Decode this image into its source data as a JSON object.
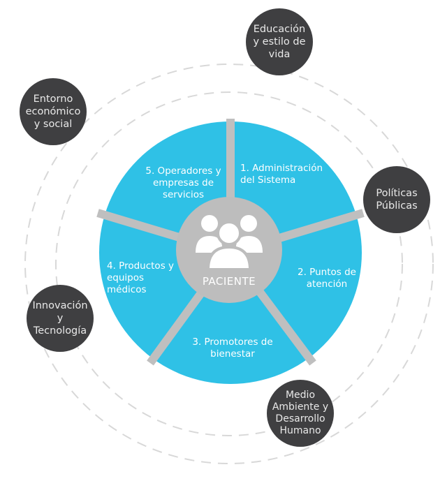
{
  "center": {
    "label": "PACIENTE",
    "icon": "patient-group-icon"
  },
  "segments": [
    {
      "label": "1. Administración del Sistema"
    },
    {
      "label": "2. Puntos de atención"
    },
    {
      "label": "3. Promotores de bienestar"
    },
    {
      "label": "4. Productos y equipos médicos"
    },
    {
      "label": "5. Operadores y empresas de servicios"
    }
  ],
  "outer_factors": [
    {
      "lines": [
        "Educación",
        "y estilo de",
        "vida"
      ]
    },
    {
      "lines": [
        "Políticas",
        "Públicas"
      ]
    },
    {
      "lines": [
        "Medio",
        "Ambiente y",
        "Desarrollo",
        "Humano"
      ]
    },
    {
      "lines": [
        "Innovación",
        "y",
        "Tecnología"
      ]
    },
    {
      "lines": [
        "Entorno",
        "económico",
        "y social"
      ]
    }
  ],
  "colors": {
    "segment": "#2fc1e6",
    "bubble": "#3f3f41",
    "center": "#bdbdbd",
    "ring": "#d8d8d8"
  }
}
